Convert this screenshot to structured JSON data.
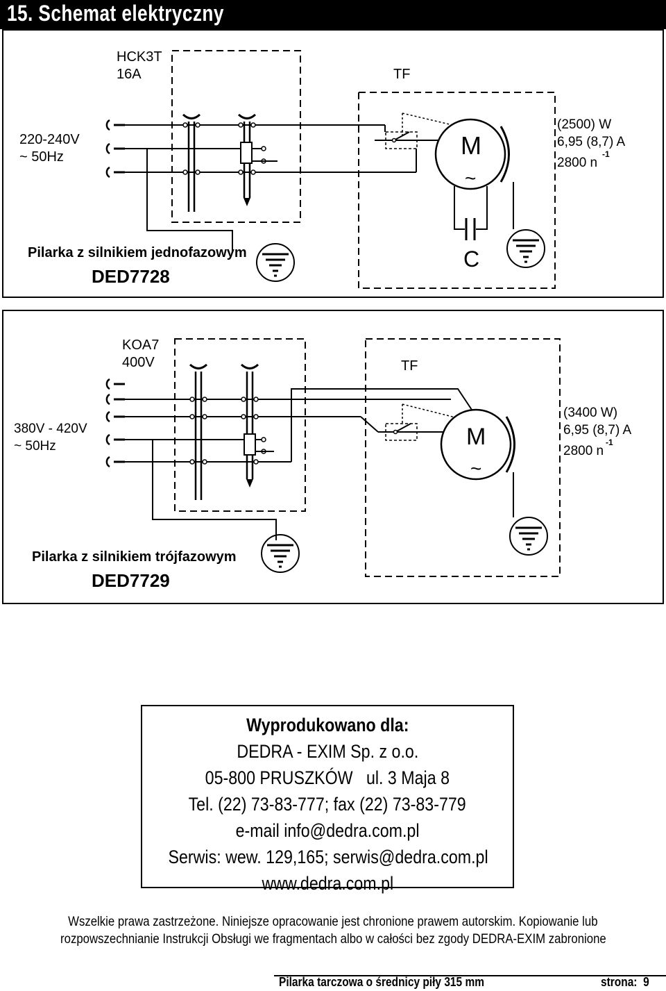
{
  "page_title": "15. Schemat elektryczny",
  "single_phase": {
    "breaker_line1": "HCK3T",
    "breaker_line2": "16A",
    "thermal_label": "TF",
    "supply_line1": "220-240V",
    "supply_line2": "~ 50Hz",
    "motor_symbol": "M",
    "motor_tilde": "~",
    "rating_power": "(2500) W",
    "rating_current": "6,95 (8,7) A",
    "rating_speed": "2800 n",
    "rating_speed_exp": "-1",
    "capacitor_label": "C",
    "machine_name": "Pilarka z silnikiem jednofazowym",
    "model": "DED7728"
  },
  "three_phase": {
    "breaker_line1": "KOA7",
    "breaker_line2": "400V",
    "thermal_label": "TF",
    "supply_line1": "380V - 420V",
    "supply_line2": "~ 50Hz",
    "motor_symbol": "M",
    "motor_tilde": "~",
    "rating_power": "(3400 W)",
    "rating_current": "6,95 (8,7) A",
    "rating_speed": "2800 n",
    "rating_speed_exp": "-1",
    "machine_name": "Pilarka z silnikiem trójfazowym",
    "model": "DED7729"
  },
  "manufacturer": {
    "heading": "Wyprodukowano dla:",
    "company": "DEDRA - EXIM Sp. z o.o.",
    "address": "05-800 PRUSZKÓW   ul. 3 Maja 8",
    "phone": "Tel. (22) 73-83-777; fax (22) 73-83-779",
    "email": "e-mail info@dedra.com.pl",
    "service": "Serwis: wew. 129,165; serwis@dedra.com.pl",
    "website": "www.dedra.com.pl"
  },
  "notice": {
    "line1": "Wszelkie prawa zastrzeżone. Niniejsze opracowanie jest chronione prawem autorskim. Kopiowanie lub",
    "line2": "rozpowszechnianie Instrukcji Obsługi we fragmentach albo w całości bez zgody DEDRA-EXIM zabronione"
  },
  "footer": {
    "product": "Pilarka tarczowa o średnicy piły 315 mm",
    "page": "strona:  9"
  },
  "icons": {
    "ground": "ground-symbol-icon",
    "plug": "plug-pin-icon",
    "switch": "thermal-switch-icon",
    "capacitor": "capacitor-icon",
    "motor": "motor-icon"
  }
}
